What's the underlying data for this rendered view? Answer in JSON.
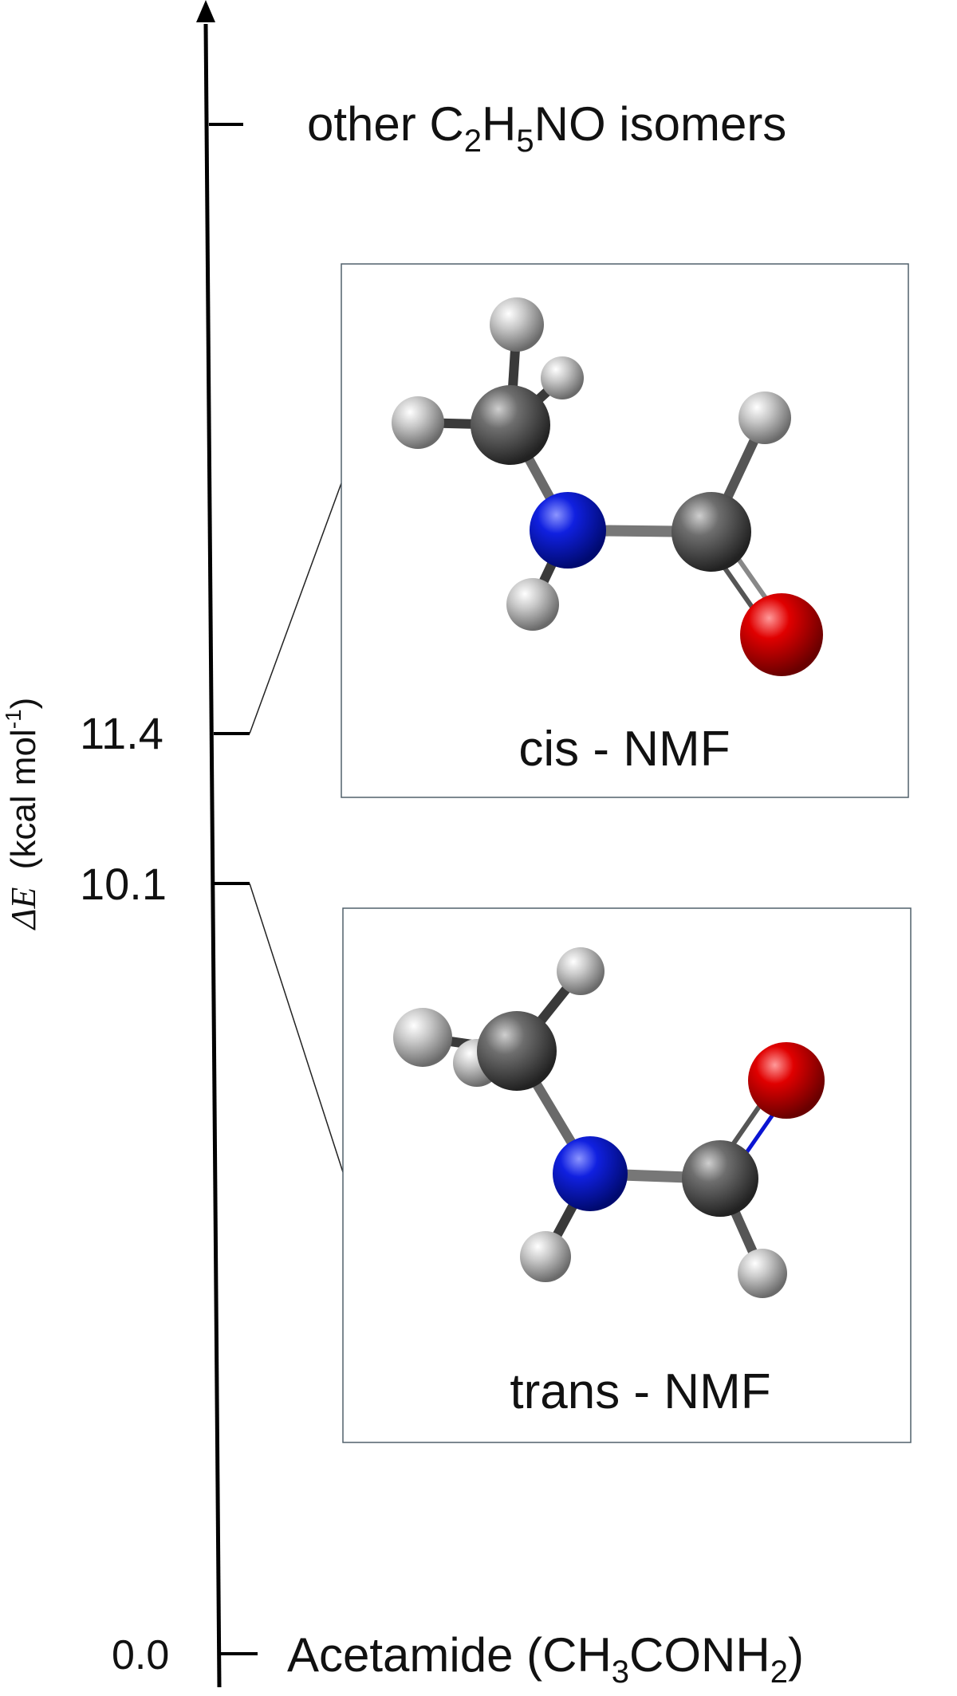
{
  "axis": {
    "label_symbol": "ΔE",
    "label_units": "(kcal mol",
    "label_units_sup": "-1",
    "label_units_close": ")"
  },
  "levels": {
    "acetamide": {
      "value": "0.0",
      "label_main": "Acetamide (CH",
      "sub1": "3",
      "label_mid": "CONH",
      "sub2": "2",
      "label_close": ")"
    },
    "trans_nmf": {
      "value": "10.1"
    },
    "cis_nmf": {
      "value": "11.4"
    },
    "other_isomers": {
      "label_main": "other C",
      "sub1": "2",
      "label_mid": "H",
      "sub2": "5",
      "label_close": "NO isomers"
    }
  },
  "panels": {
    "cis": {
      "caption": "cis - NMF"
    },
    "trans": {
      "caption": "trans - NMF"
    }
  },
  "colors": {
    "carbon": "#4a4a4a",
    "hydrogen": "#d9d9d9",
    "nitrogen": "#0a14d2",
    "oxygen": "#e00000",
    "bond": "#555555",
    "panel_border": "#51606b",
    "axis": "#000000"
  }
}
